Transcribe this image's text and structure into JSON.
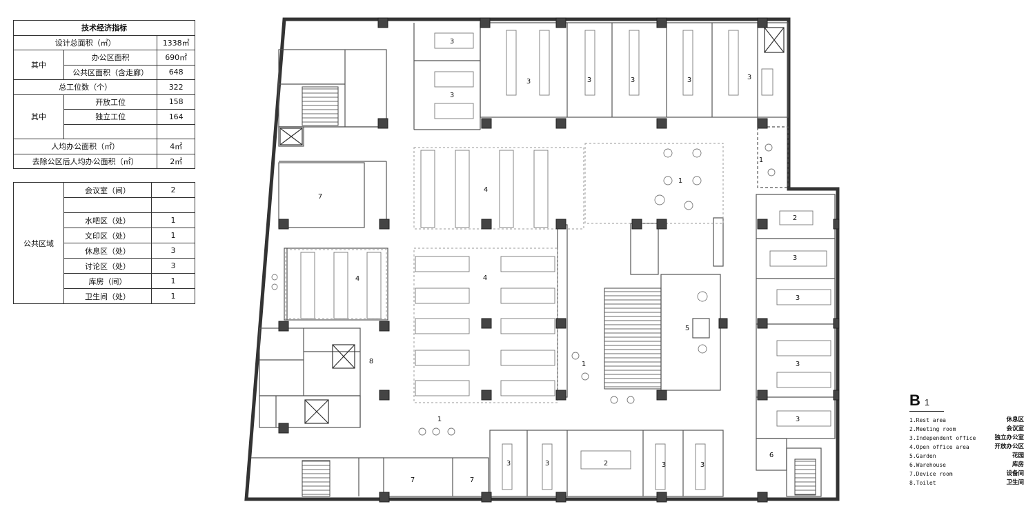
{
  "spec_table": {
    "title": "技术经济指标",
    "rows": [
      {
        "label": "设计总面积（㎡）",
        "value": "1338㎡"
      },
      {
        "group": "其中",
        "label": "办公区面积",
        "value": "690㎡"
      },
      {
        "label": "公共区面积（含走廊）",
        "value": "648"
      },
      {
        "label": "总工位数（个）",
        "value": "322"
      },
      {
        "group": "其中",
        "label": "开放工位",
        "value": "158"
      },
      {
        "label": "独立工位",
        "value": "164"
      },
      {
        "label": "人均办公面积（㎡）",
        "value": "4㎡"
      },
      {
        "label": "去除公区后人均办公面积（㎡）",
        "value": "2㎡"
      }
    ]
  },
  "public_table": {
    "group": "公共区域",
    "rows": [
      {
        "label": "会议室（间）",
        "value": "2"
      },
      {
        "label": "",
        "value": ""
      },
      {
        "label": "水吧区（处）",
        "value": "1"
      },
      {
        "label": "文印区（处）",
        "value": "1"
      },
      {
        "label": "休息区（处）",
        "value": "3"
      },
      {
        "label": "讨论区（处）",
        "value": "3"
      },
      {
        "label": "库房（间）",
        "value": "1"
      },
      {
        "label": "卫生间（处）",
        "value": "1"
      }
    ]
  },
  "plan": {
    "room_labels": {
      "r1a": "3",
      "r1b": "3",
      "r1c": "3",
      "r1d": "3",
      "r1e": "3",
      "r1f": "3",
      "r1g": "3",
      "rest_ne": "1",
      "rest_center": "1",
      "rest_stair": "1",
      "rest_south": "1",
      "open_north": "4",
      "open_west": "4",
      "open_center": "4",
      "device_w": "7",
      "toilet": "8",
      "device_s1": "7",
      "device_s2": "7",
      "garden": "5",
      "meet_e": "2",
      "meet_s": "2",
      "ind_e1": "3",
      "ind_e2": "3",
      "ind_e3": "3",
      "ind_e4": "3",
      "ind_s1": "3",
      "ind_s2": "3",
      "ind_s3": "3",
      "ind_s4": "3",
      "warehouse": "6"
    },
    "floor_mark": "B",
    "floor_num": "1"
  },
  "legend": [
    {
      "en": "1.Rest area",
      "zh": "休息区"
    },
    {
      "en": "2.Meeting room",
      "zh": "会议室"
    },
    {
      "en": "3.Independent office",
      "zh": "独立办公室"
    },
    {
      "en": "4.Open office area",
      "zh": "开放办公区"
    },
    {
      "en": "5.Garden",
      "zh": "花园"
    },
    {
      "en": "6.Warehouse",
      "zh": "库房"
    },
    {
      "en": "7.Device room",
      "zh": "设备间"
    },
    {
      "en": "8.Toilet",
      "zh": "卫生间"
    }
  ]
}
